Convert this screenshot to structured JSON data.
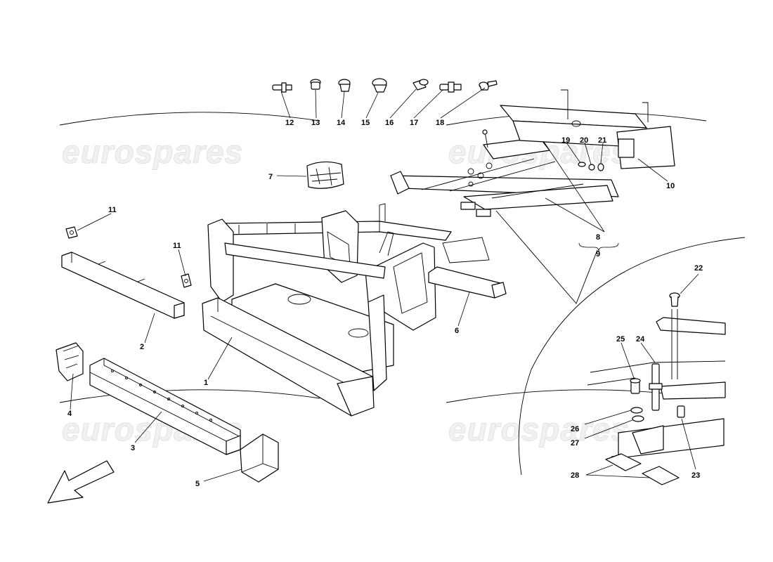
{
  "watermark": "eurospares",
  "callouts": [
    "1",
    "2",
    "3",
    "4",
    "5",
    "6",
    "7",
    "8",
    "9",
    "10",
    "11",
    "11",
    "12",
    "13",
    "14",
    "15",
    "16",
    "17",
    "18",
    "19",
    "20",
    "21",
    "22",
    "23",
    "24",
    "25",
    "26",
    "27",
    "28"
  ]
}
